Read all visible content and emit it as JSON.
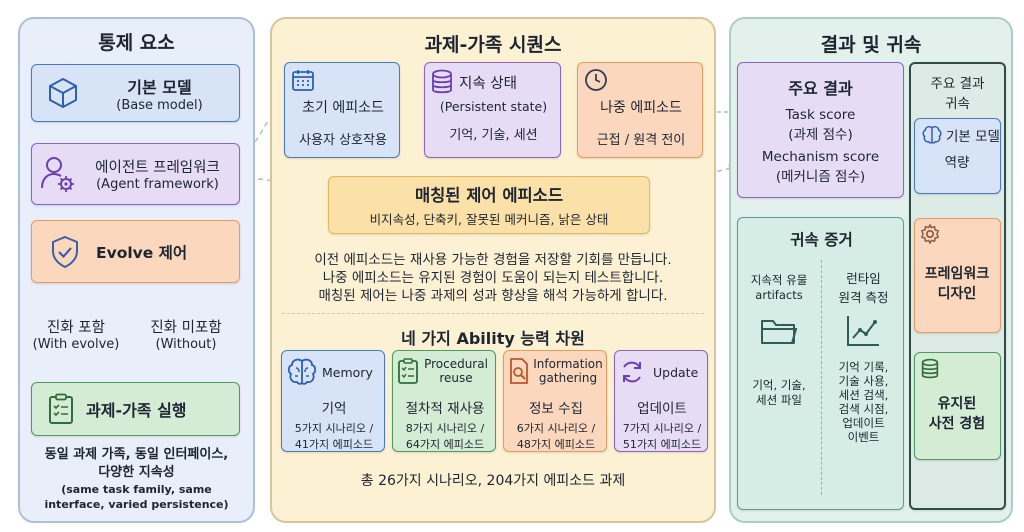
{
  "left": {
    "title": "통제 요소",
    "base_model": {
      "label": "기본 모델",
      "sub": "(Base model)"
    },
    "agent_framework": {
      "label": "에이전트 프레임워크",
      "sub": "(Agent framework)"
    },
    "evolve": {
      "label": "Evolve 제어"
    },
    "with_evolve": {
      "label": "진화 포함",
      "sub": "(With evolve)"
    },
    "without": {
      "label": "진화 미포함",
      "sub": "(Without)"
    },
    "run": {
      "label": "과제-가족 실행"
    },
    "caption1": "동일 과제 가족, 동일 인터페이스,",
    "caption2": "다양한 지속성",
    "caption3": "(same task family, same",
    "caption4": "interface, varied persistence)"
  },
  "middle": {
    "title": "과제-가족 시퀀스",
    "initial": {
      "label": "초기 에피소드",
      "sub": "사용자 상호작용"
    },
    "persistent": {
      "label": "지속 상태",
      "en": "(Persistent state)",
      "sub": "기억, 기술, 세션"
    },
    "later": {
      "label": "나중 에피소드",
      "sub": "근접 / 원격 전이"
    },
    "matched": {
      "label": "매칭된 제어 에피소드",
      "sub": "비지속성, 단축키, 잘못된 메커니즘, 낡은 상태"
    },
    "desc1": "이전 에피소드는 재사용 가능한 경험을 저장할 기회를 만듭니다.",
    "desc2": "나중 에피소드는 유지된 경험이 도움이 되는지 테스트합니다.",
    "desc3": "매칭된 제어는 나중 과제의 성과 향상을 해석 가능하게 합니다.",
    "abilities_title": "네 가지 Ability 능력 차원",
    "abilities": [
      {
        "en": "Memory",
        "ko": "기억",
        "c1": "5가지 시나리오 /",
        "c2": "41가지 에피소드",
        "icon": "brain-icon"
      },
      {
        "en": "Procedural reuse",
        "ko": "절차적 재사용",
        "c1": "8가지 시나리오 /",
        "c2": "64가지 에피소드",
        "icon": "checklist-icon"
      },
      {
        "en": "Information gathering",
        "ko": "정보 수집",
        "c1": "6가지 시나리오 /",
        "c2": "48가지 에피소드",
        "icon": "search-doc-icon"
      },
      {
        "en": "Update",
        "ko": "업데이트",
        "c1": "7가지 시나리오 /",
        "c2": "51가지 에피소드",
        "icon": "refresh-icon"
      }
    ],
    "total": "총 26가지 시나리오, 204가지 에피소드 과제"
  },
  "right": {
    "title": "결과 및 귀속",
    "main_results": {
      "title": "주요 결과",
      "task": "Task score",
      "task_ko": "(과제 점수)",
      "mech": "Mechanism score",
      "mech_ko": "(메커니즘 점수)"
    },
    "evidence": {
      "title": "귀속 증거",
      "col1_title1": "지속적 유물",
      "col1_title2": "artifacts",
      "col1_foot1": "기억, 기술,",
      "col1_foot2": "세션 파일",
      "col2_title1": "런타임",
      "col2_title2": "원격 측정",
      "col2_foot": [
        "기억 기록,",
        "기술 사용,",
        "세션 검색,",
        "검색 시점,",
        "업데이트",
        "이벤트"
      ]
    },
    "attribution": {
      "title1": "주요 결과",
      "title2": "귀속",
      "base": {
        "l1": "기본 모델",
        "l2": "역량"
      },
      "framework": {
        "l1": "프레임워크",
        "l2": "디자인"
      },
      "retained": {
        "l1": "유지된",
        "l2": "사전 경험"
      }
    }
  },
  "colors": {
    "blue": "#3b6fc1",
    "orange": "#e99a5e",
    "green": "#4f9a63",
    "purple": "#8c63c7",
    "teal": "#5a9e92"
  }
}
